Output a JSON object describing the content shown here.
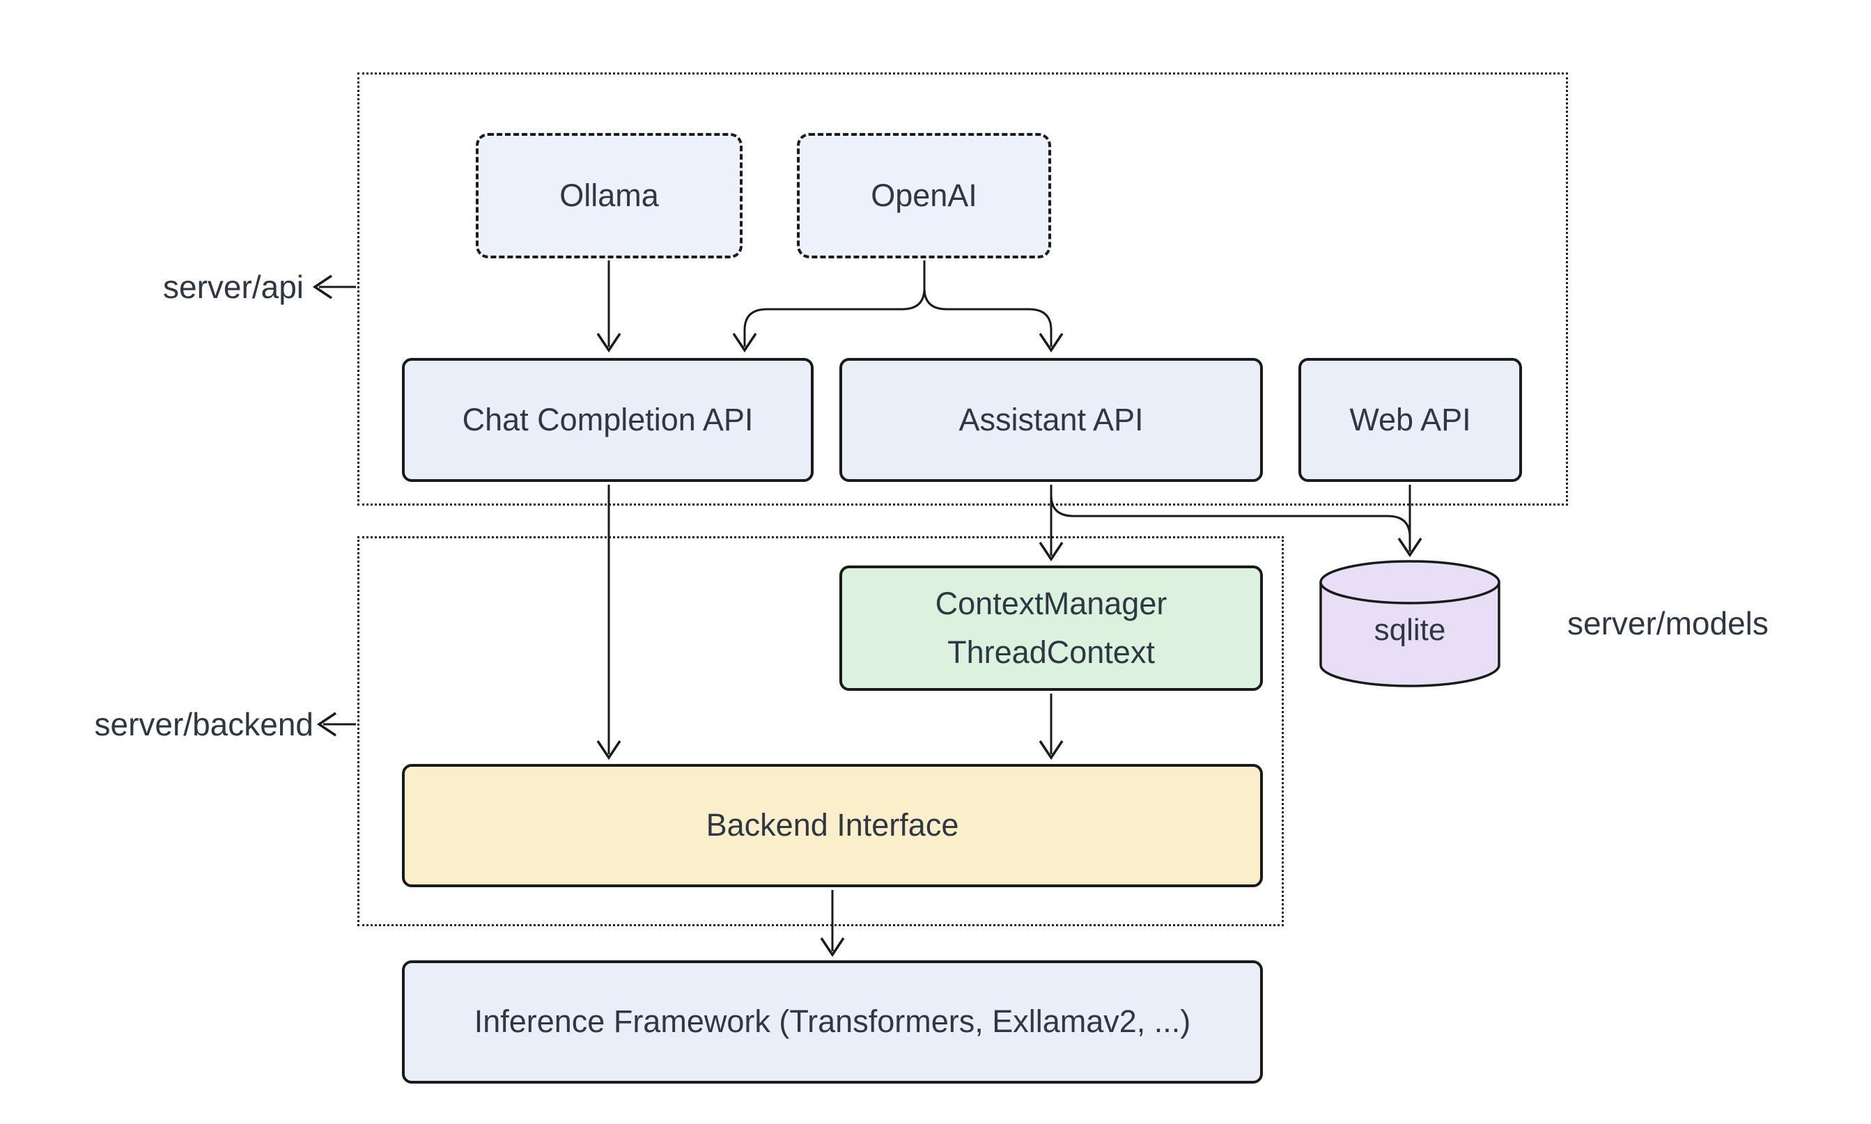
{
  "diagram": {
    "colors": {
      "bg": "#ffffff",
      "stroke": "#1a1a1a",
      "text": "#2f3743",
      "blue": "#E9EEF9",
      "blue_light": "#EDF1FB",
      "green": "#DCF2DE",
      "yellow": "#FBEFCB",
      "purple": "#E8DFF7"
    },
    "containers": {
      "api": {
        "label": "server/api"
      },
      "backend": {
        "label": "server/backend"
      }
    },
    "nodes": {
      "ollama": {
        "label": "Ollama"
      },
      "openai": {
        "label": "OpenAI"
      },
      "chat_completion_api": {
        "label": "Chat Completion API"
      },
      "assistant_api": {
        "label": "Assistant API"
      },
      "web_api": {
        "label": "Web API"
      },
      "context_manager": {
        "lines": [
          "ContextManager",
          "ThreadContext"
        ]
      },
      "sqlite": {
        "label": "sqlite"
      },
      "backend_interface": {
        "label": "Backend Interface"
      },
      "inference_framework": {
        "label": "Inference Framework (Transformers, Exllamav2, ...)"
      }
    },
    "labels": {
      "server_models": "server/models"
    },
    "edges": [
      {
        "from": "Ollama",
        "to": "Chat Completion API"
      },
      {
        "from": "OpenAI",
        "to": "Chat Completion API"
      },
      {
        "from": "OpenAI",
        "to": "Assistant API"
      },
      {
        "from": "Chat Completion API",
        "to": "Backend Interface"
      },
      {
        "from": "Assistant API",
        "to": "ContextManager ThreadContext"
      },
      {
        "from": "Assistant API",
        "to": "sqlite"
      },
      {
        "from": "Web API",
        "to": "sqlite"
      },
      {
        "from": "ContextManager ThreadContext",
        "to": "Backend Interface"
      },
      {
        "from": "Backend Interface",
        "to": "Inference Framework (Transformers, Exllamav2, ...)"
      }
    ]
  }
}
